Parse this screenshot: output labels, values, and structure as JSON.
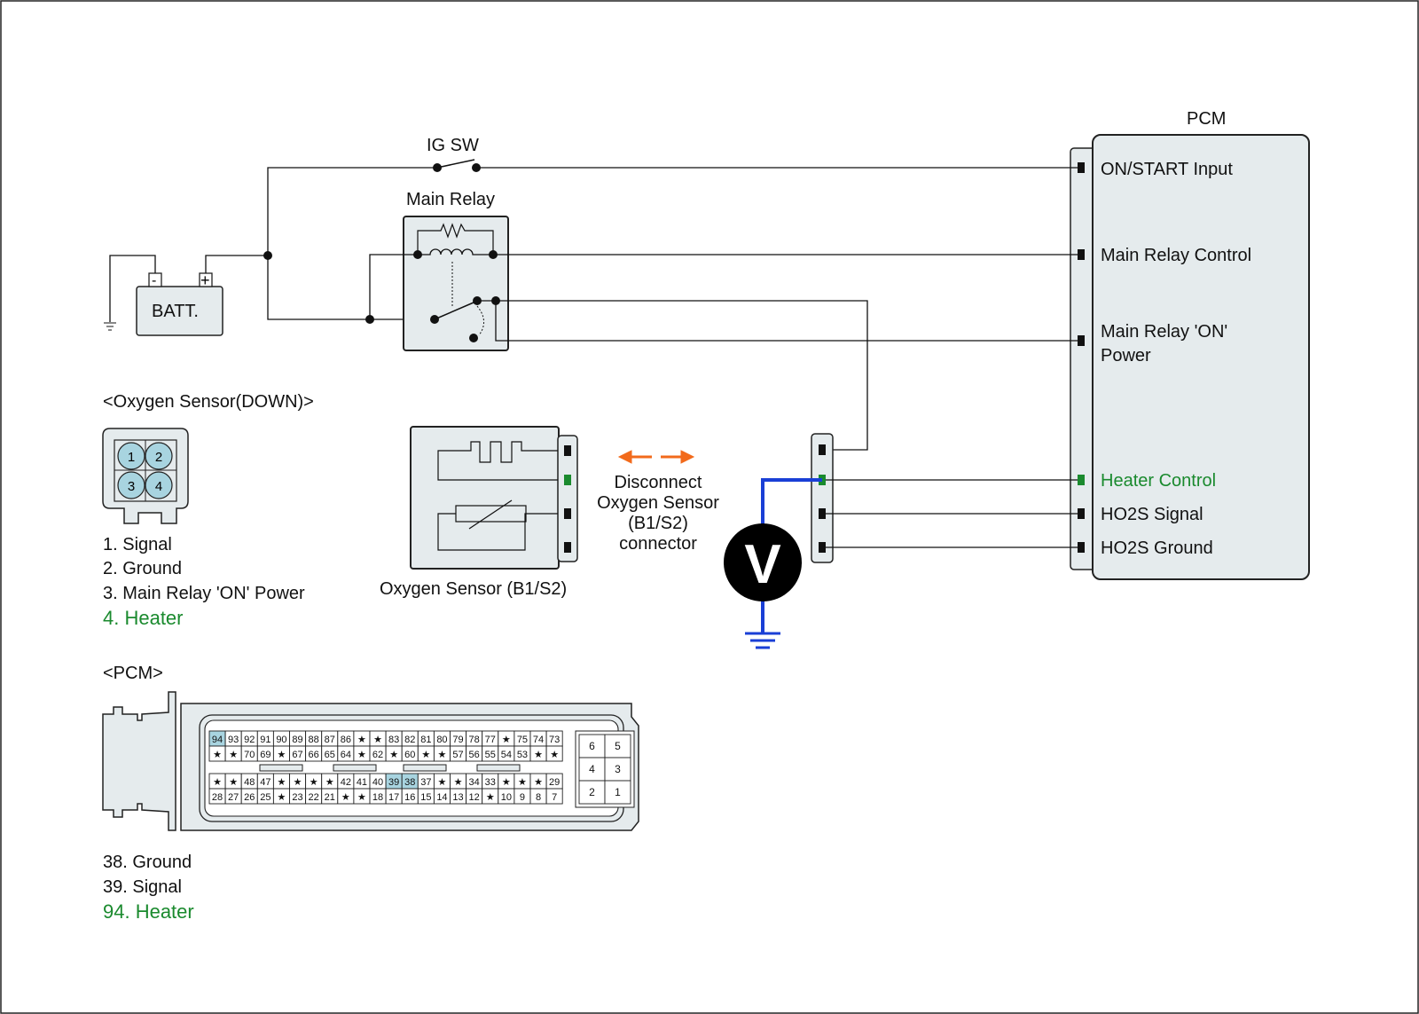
{
  "labels": {
    "pcm_title": "PCM",
    "ig_sw": "IG SW",
    "main_relay": "Main Relay",
    "battery": "BATT.",
    "battery_neg": "-",
    "battery_pos": "+",
    "pcm_pins": {
      "on_start": "ON/START Input",
      "main_relay_control": "Main Relay Control",
      "main_relay_on_power_1": "Main Relay 'ON'",
      "main_relay_on_power_2": "Power",
      "heater_control": "Heater Control",
      "ho2s_signal": "HO2S  Signal",
      "ho2s_ground": "HO2S  Ground"
    },
    "disconnect_1": "Disconnect",
    "disconnect_2": "Oxygen Sensor",
    "disconnect_3": "(B1/S2)",
    "disconnect_4": "connector",
    "sensor_caption": "Oxygen Sensor (B1/S2)",
    "voltmeter": "V"
  },
  "oxygen_connector": {
    "title": "<Oxygen Sensor(DOWN)>",
    "pins": [
      "1",
      "2",
      "3",
      "4"
    ],
    "legend": [
      "1. Signal",
      "2. Ground",
      "3. Main Relay 'ON' Power",
      "4. Heater"
    ]
  },
  "pcm_connector": {
    "title": "<PCM>",
    "row1": [
      "94",
      "93",
      "92",
      "91",
      "90",
      "89",
      "88",
      "87",
      "86",
      "★",
      "★",
      "83",
      "82",
      "81",
      "80",
      "79",
      "78",
      "77",
      "★",
      "75",
      "74",
      "73"
    ],
    "row2": [
      "★",
      "★",
      "70",
      "69",
      "★",
      "67",
      "66",
      "65",
      "64",
      "★",
      "62",
      "★",
      "60",
      "★",
      "★",
      "57",
      "56",
      "55",
      "54",
      "53",
      "★",
      "★"
    ],
    "row3": [
      "★",
      "★",
      "48",
      "47",
      "★",
      "★",
      "★",
      "★",
      "42",
      "41",
      "40",
      "39",
      "38",
      "37",
      "★",
      "★",
      "34",
      "33",
      "★",
      "★",
      "★",
      "29"
    ],
    "row4": [
      "28",
      "27",
      "26",
      "25",
      "★",
      "23",
      "22",
      "21",
      "★",
      "★",
      "18",
      "17",
      "16",
      "15",
      "14",
      "13",
      "12",
      "★",
      "10",
      "9",
      "8",
      "7"
    ],
    "small_block": [
      "6",
      "5",
      "4",
      "3",
      "2",
      "1"
    ],
    "legend": [
      "38. Ground",
      "39. Signal",
      "94. Heater"
    ]
  },
  "colors": {
    "wire": "#111111",
    "heater": "#1a8a2e",
    "measure": "#1a3fd6",
    "arrow": "#f26a1b",
    "pin_fill": "#a8d4e0",
    "highlight": "#a8d4e0",
    "box_fill": "#e5ebed"
  }
}
